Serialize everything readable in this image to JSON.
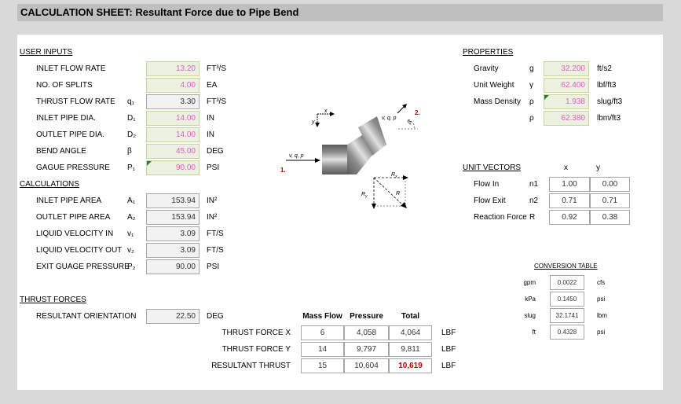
{
  "title": "CALCULATION SHEET:  Resultant Force due to Pipe Bend",
  "user_inputs": {
    "heading": "USER INPUTS",
    "rows": [
      {
        "label": "INLET FLOW RATE",
        "sym": "",
        "value": "13.20",
        "unit": "FT³/S",
        "kind": "in"
      },
      {
        "label": "NO. OF SPLITS",
        "sym": "",
        "value": "4.00",
        "unit": "EA",
        "kind": "in"
      },
      {
        "label": "THRUST FLOW RATE",
        "sym": "q₁",
        "value": "3.30",
        "unit": "FT³/S",
        "kind": "out"
      },
      {
        "label": "INLET PIPE DIA.",
        "sym": "D₁",
        "value": "14.00",
        "unit": "IN",
        "kind": "in"
      },
      {
        "label": "OUTLET PIPE DIA.",
        "sym": "D₂",
        "value": "14.00",
        "unit": "IN",
        "kind": "in"
      },
      {
        "label": "BEND ANGLE",
        "sym": "β",
        "value": "45.00",
        "unit": "DEG",
        "kind": "in"
      },
      {
        "label": "GAGUE PRESSURE",
        "sym": "P₁",
        "value": "90.00",
        "unit": "PSI",
        "kind": "in"
      }
    ]
  },
  "calculations": {
    "heading": "CALCULATIONS",
    "rows": [
      {
        "label": "INLET PIPE AREA",
        "sym": "A₁",
        "value": "153.94",
        "unit": "IN²"
      },
      {
        "label": "OUTLET PIPE AREA",
        "sym": "A₂",
        "value": "153.94",
        "unit": "IN²"
      },
      {
        "label": "LIQUID VELOCITY IN",
        "sym": "v₁",
        "value": "3.09",
        "unit": "FT/S"
      },
      {
        "label": "LIQUID VELOCITY OUT",
        "sym": "v₂",
        "value": "3.09",
        "unit": "FT/S"
      },
      {
        "label": "EXIT GUAGE PRESSURE",
        "sym": "P₂",
        "value": "90.00",
        "unit": "PSI"
      }
    ]
  },
  "thrust_forces": {
    "heading": "THRUST FORCES",
    "orientation_label": "RESULTANT ORIENTATION",
    "orientation_value": "22.50",
    "orientation_unit": "DEG",
    "columns": [
      "Mass Flow",
      "Pressure",
      "Total"
    ],
    "rows": [
      {
        "label": "THRUST FORCE X",
        "mass": "6",
        "pressure": "4,058",
        "total": "4,064",
        "unit": "LBF"
      },
      {
        "label": "THRUST FORCE Y",
        "mass": "14",
        "pressure": "9,797",
        "total": "9,811",
        "unit": "LBF"
      },
      {
        "label": "RESULTANT THRUST",
        "mass": "15",
        "pressure": "10,604",
        "total": "10,619",
        "unit": "LBF"
      }
    ]
  },
  "properties": {
    "heading": "PROPERTIES",
    "rows": [
      {
        "label": "Gravity",
        "sym": "g",
        "value": "32.200",
        "unit": "ft/s2"
      },
      {
        "label": "Unit Weight",
        "sym": "γ",
        "value": "62.400",
        "unit": "lbf/ft3"
      },
      {
        "label": "Mass Density",
        "sym": "ρ",
        "value": "1.938",
        "unit": "slug/ft3"
      },
      {
        "label": "",
        "sym": "ρ",
        "value": "62.380",
        "unit": "lbm/ft3"
      }
    ]
  },
  "unit_vectors": {
    "heading": "UNIT VECTORS",
    "col_x": "x",
    "col_y": "y",
    "rows": [
      {
        "label": "Flow In",
        "sym": "n1",
        "x": "1.00",
        "y": "0.00"
      },
      {
        "label": "Flow Exit",
        "sym": "n2",
        "x": "0.71",
        "y": "0.71"
      },
      {
        "label": "Reaction Force",
        "sym": "R",
        "x": "0.92",
        "y": "0.38"
      }
    ]
  },
  "conversion": {
    "heading": "CONVERSION TABLE",
    "rows": [
      {
        "from": "gpm",
        "value": "0.0022",
        "to": "cfs"
      },
      {
        "from": "kPa",
        "value": "0.1450",
        "to": "psi"
      },
      {
        "from": "slug",
        "value": "32.1741",
        "to": "lbm"
      },
      {
        "from": "ft",
        "value": "0.4328",
        "to": "psi"
      }
    ]
  },
  "diagram": {
    "label_in": "1.",
    "label_in_vars": "v, q, p",
    "label_out": "2.",
    "label_out_vars": "v, q, p",
    "axis_x": "x",
    "axis_y": "y",
    "beta": "β",
    "rx": "R",
    "ry": "R",
    "rx_sub": "x",
    "ry_sub": "y",
    "r": "R"
  },
  "colors": {
    "input_fill": "#ebf1de",
    "input_text": "#e05ec7",
    "output_fill": "#f2f2f2",
    "accent_red": "#c00000"
  }
}
